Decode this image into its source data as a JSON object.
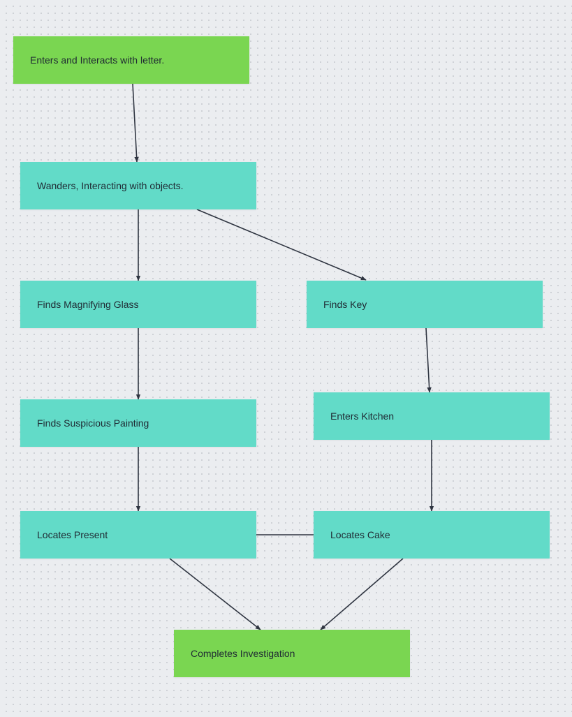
{
  "diagram": {
    "nodes": {
      "start": {
        "label": "Enters and Interacts with letter.",
        "color": "#7ad651"
      },
      "wanders": {
        "label": "Wanders, Interacting with objects.",
        "color": "#62dbc8"
      },
      "magnify": {
        "label": "Finds Magnifying Glass",
        "color": "#62dbc8"
      },
      "key": {
        "label": "Finds Key",
        "color": "#62dbc8"
      },
      "painting": {
        "label": "Finds Suspicious Painting",
        "color": "#62dbc8"
      },
      "kitchen": {
        "label": "Enters Kitchen",
        "color": "#62dbc8"
      },
      "present": {
        "label": "Locates Present",
        "color": "#62dbc8"
      },
      "cake": {
        "label": "Locates Cake",
        "color": "#62dbc8"
      },
      "end": {
        "label": "Completes Investigation",
        "color": "#7ad651"
      }
    },
    "edges": [
      {
        "from": "start",
        "to": "wanders",
        "arrow": true
      },
      {
        "from": "wanders",
        "to": "magnify",
        "arrow": true
      },
      {
        "from": "wanders",
        "to": "key",
        "arrow": true
      },
      {
        "from": "magnify",
        "to": "painting",
        "arrow": true
      },
      {
        "from": "key",
        "to": "kitchen",
        "arrow": true
      },
      {
        "from": "painting",
        "to": "present",
        "arrow": true
      },
      {
        "from": "kitchen",
        "to": "cake",
        "arrow": true
      },
      {
        "from": "present",
        "to": "cake",
        "arrow": false
      },
      {
        "from": "present",
        "to": "end",
        "arrow": true
      },
      {
        "from": "cake",
        "to": "end",
        "arrow": true
      }
    ],
    "colors": {
      "edge": "#2f3541",
      "background": "#ebedf0",
      "start_end": "#7ad651",
      "step": "#62dbc8"
    }
  }
}
